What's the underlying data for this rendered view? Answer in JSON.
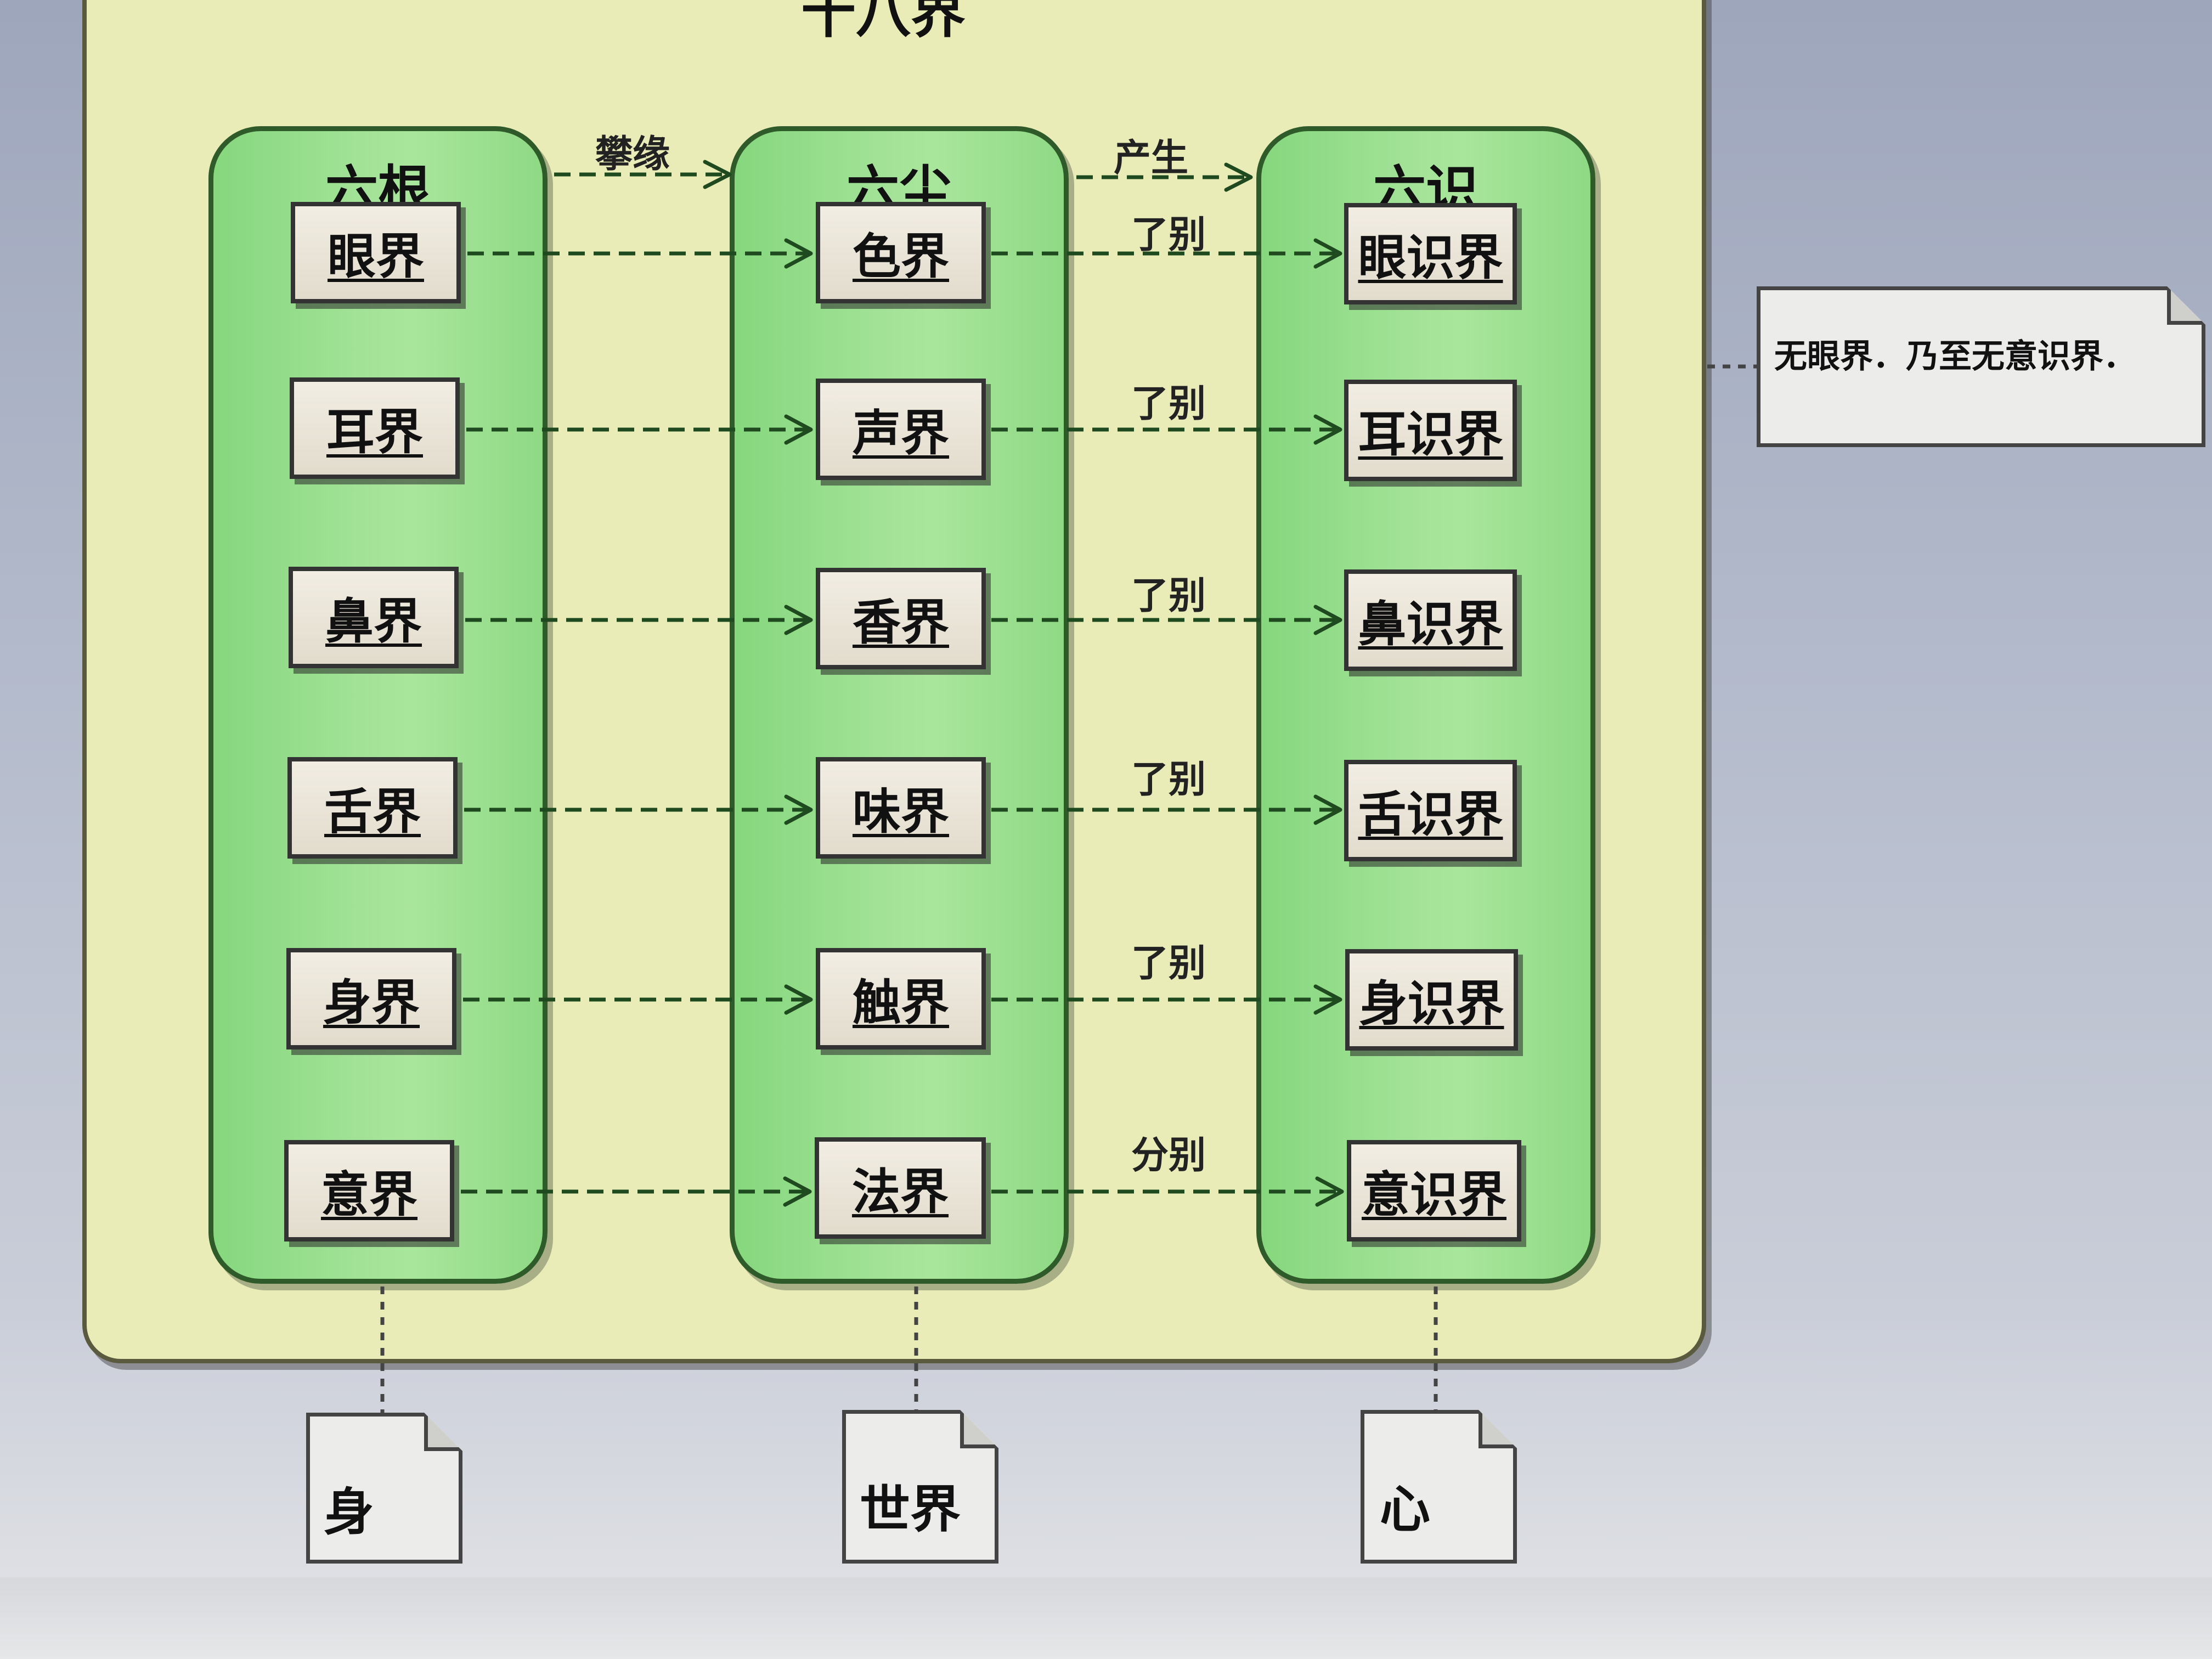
{
  "package": {
    "title": "十八界"
  },
  "groups": [
    {
      "title": "六根",
      "items": [
        "眼界",
        "耳界",
        "鼻界",
        "舌界",
        "身界",
        "意界"
      ]
    },
    {
      "title": "六尘",
      "items": [
        "色界",
        "声界",
        "香界",
        "味界",
        "触界",
        "法界"
      ]
    },
    {
      "title": "六识",
      "items": [
        "眼识界",
        "耳识界",
        "鼻识界",
        "舌识界",
        "身识界",
        "意识界"
      ]
    }
  ],
  "group_edge_labels": [
    "攀缘",
    "产生"
  ],
  "row_edge_labels": [
    "了别",
    "了别",
    "了别",
    "了别",
    "了别",
    "分别"
  ],
  "side_note": "无眼界．乃至无意识界．",
  "bottom_notes": [
    "身",
    "世界",
    "心"
  ],
  "colors": {
    "package_fill": "#e9ecb7",
    "group_fill": "#9fe096",
    "arrow": "#1f4a1f",
    "node_fill": "#ebe6da"
  }
}
